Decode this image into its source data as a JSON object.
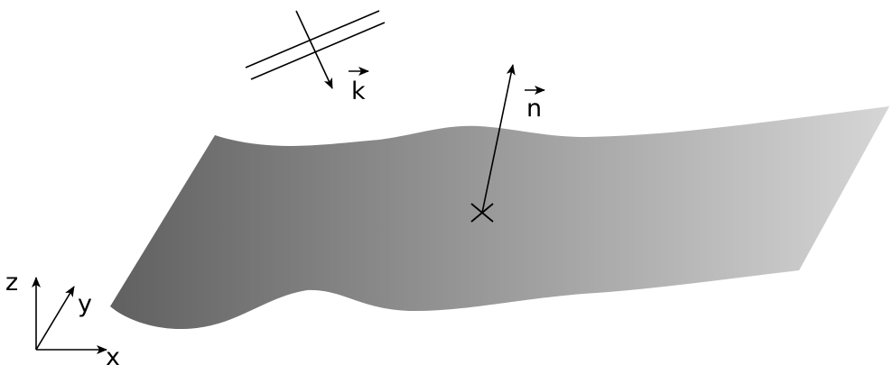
{
  "labels": {
    "wave_vector": "k",
    "normal_vector": "n",
    "axis_z": "z",
    "axis_y": "y",
    "axis_x": "x"
  },
  "colors": {
    "line": "#000000",
    "surface_dark": "#606060",
    "surface_light": "#d6d6d6",
    "background": "#ffffff"
  }
}
